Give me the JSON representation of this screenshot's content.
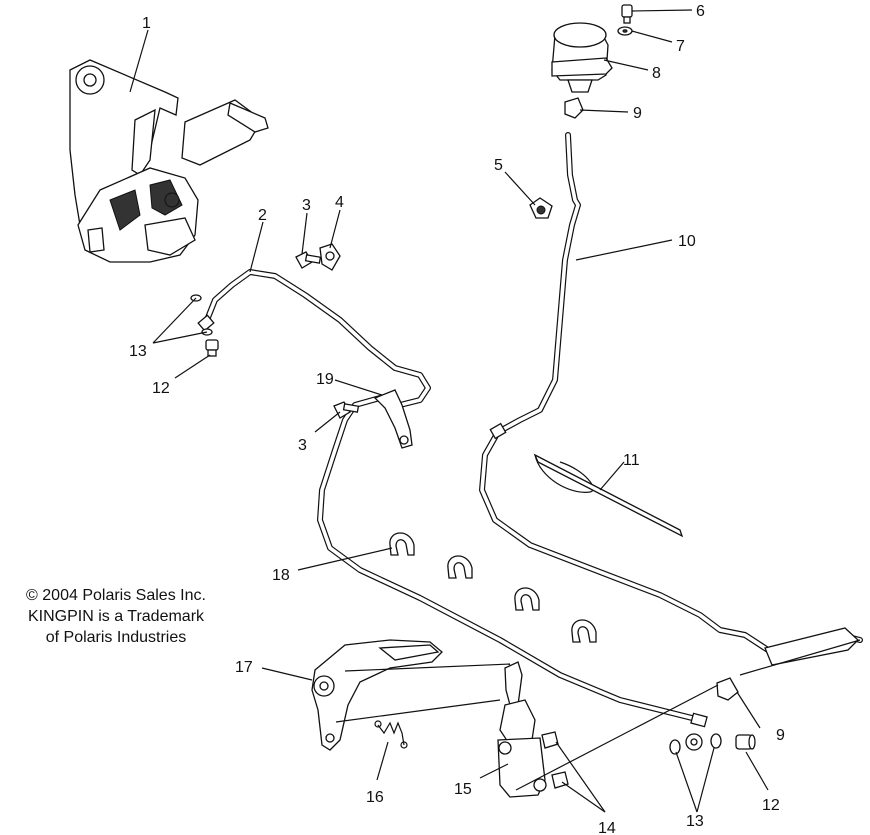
{
  "callouts": {
    "c1": "1",
    "c2": "2",
    "c3a": "3",
    "c3b": "3",
    "c4": "4",
    "c5": "5",
    "c6": "6",
    "c7": "7",
    "c8": "8",
    "c9a": "9",
    "c9b": "9",
    "c10": "10",
    "c11": "11",
    "c12a": "12",
    "c12b": "12",
    "c13a": "13",
    "c13b": "13",
    "c14": "14",
    "c15": "15",
    "c16": "16",
    "c17": "17",
    "c18": "18",
    "c19": "19"
  },
  "copyright": {
    "line1": "© 2004 Polaris Sales Inc.",
    "line2": "KINGPIN is a Trademark",
    "line3": "of Polaris Industries"
  }
}
